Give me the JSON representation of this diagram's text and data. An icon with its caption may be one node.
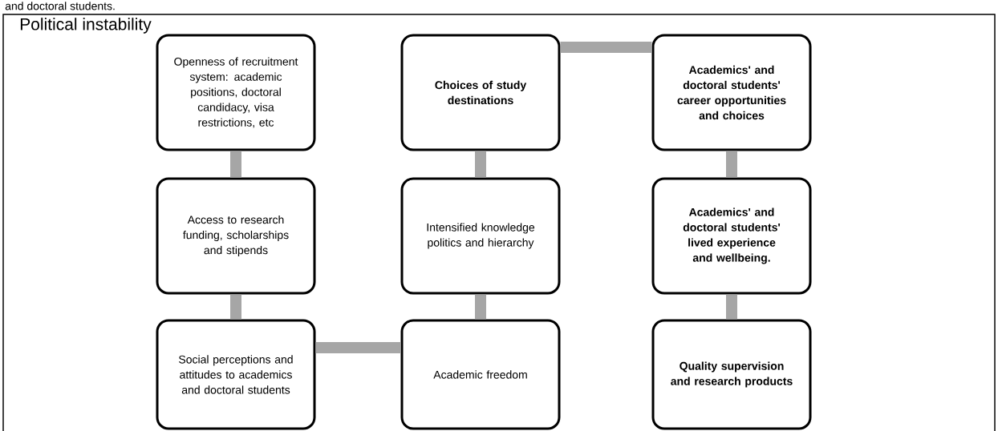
{
  "diagram": {
    "caption": "and doctoral students.",
    "nodes": [
      {
        "text": [
          "Political instability"
        ]
      },
      {
        "text": [
          "Openness of recruitment system: academic positions, doctoral candidacy, visa restrictions, etc"
        ],
        "in": 0
      },
      {
        "text": [
          "Choices of study destinations"
        ],
        "in": 0
      },
      {
        "text": [
          "Academics' and doctoral students' career opportunities and choices"
        ],
        "in": 0
      },
      {
        "text": [
          "Access to research funding, scholarships and stipends"
        ],
        "in": 0
      },
      {
        "text": [
          "Intensified knowledge politics and hierarchy"
        ],
        "in": 0
      },
      {
        "text": [
          "Academics' and doctoral students' lived experience and wellbeing."
        ],
        "in": 0
      },
      {
        "text": [
          "Social perceptions and attitudes to academics and doctoral students"
        ],
        "in": 0
      },
      {
        "text": [
          "Academic freedom"
        ],
        "in": 0
      },
      {
        "text": [
          "Quality supervision and research products"
        ],
        "in": 0
      }
    ],
    "edges": [
      {
        "from": 1,
        "to": 4,
        "arrow": "none"
      },
      {
        "from": 4,
        "to": 7,
        "arrow": "none"
      },
      {
        "from": 7,
        "to": 8,
        "arrow": "none"
      },
      {
        "from": 8,
        "to": 5,
        "arrow": "none"
      },
      {
        "from": 5,
        "to": 2,
        "arrow": "none"
      },
      {
        "from": 2,
        "to": 3,
        "arrow": "none"
      },
      {
        "from": 3,
        "to": 6,
        "arrow": "none"
      },
      {
        "from": 6,
        "to": 9,
        "arrow": "none"
      }
    ]
  }
}
